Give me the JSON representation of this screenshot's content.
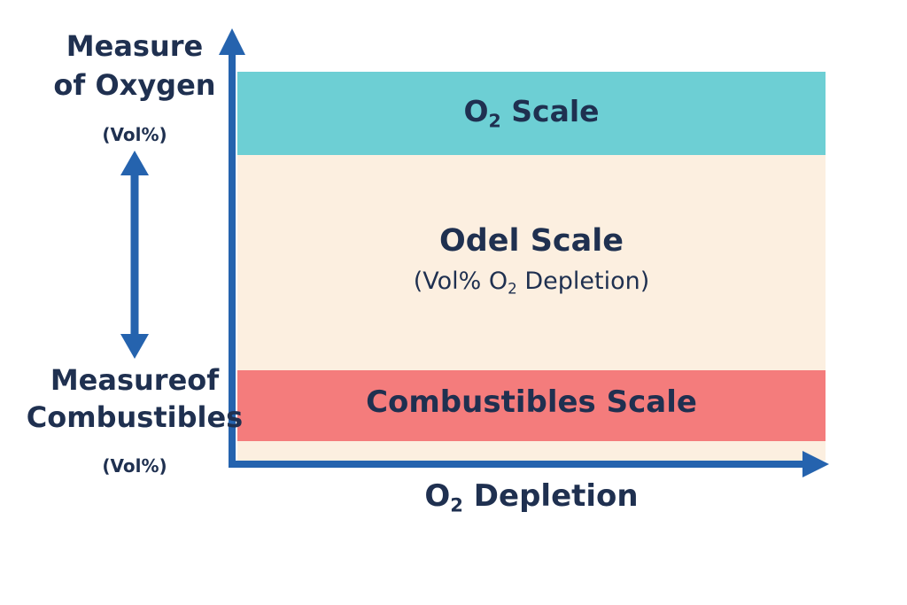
{
  "colors": {
    "axis": "#2563ae",
    "o2_band": "#6dcfd4",
    "odel_band": "#fcefe0",
    "combustibles_band": "#f47c7c",
    "text": "#1f3050"
  },
  "left_labels": {
    "oxygen_line1": "Measure",
    "oxygen_line2": "of Oxygen",
    "oxygen_unit": "(Vol%)",
    "combustibles_line1": "Measureof",
    "combustibles_line2": "Combustibles",
    "combustibles_unit": "(Vol%)"
  },
  "bands": {
    "o2": {
      "prefix": "O",
      "subscript": "2",
      "suffix": " Scale"
    },
    "odel": {
      "title": "Odel Scale",
      "subtitle_prefix": "(Vol% O",
      "subtitle_subscript": "2",
      "subtitle_suffix": " Depletion)"
    },
    "combustibles": {
      "label": "Combustibles Scale"
    }
  },
  "x_axis": {
    "prefix": "O",
    "subscript": "2",
    "suffix": " Depletion"
  },
  "icons": {
    "vertical_axis": "arrow-up-icon",
    "horizontal_axis": "arrow-right-icon",
    "range_indicator": "double-headed-arrow-icon"
  }
}
